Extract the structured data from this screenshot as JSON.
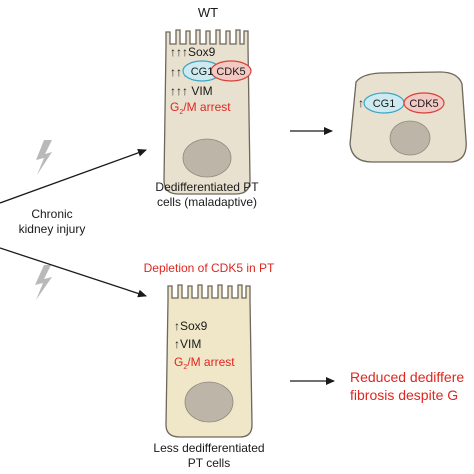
{
  "colors": {
    "cell_fill_top": "#e9e1cf",
    "cell_fill_bottom": "#f0e7c9",
    "cell_stroke": "#6d675c",
    "nucleus_fill": "#bdb6a8",
    "cg1_fill": "#cdeaf1",
    "cg1_stroke": "#3aa7c4",
    "cdk5_fill": "#f3c9c4",
    "cdk5_stroke": "#d5423a",
    "red_text": "#e0261f",
    "lightning": "#b9b9b9",
    "arrow": "#1a1a1a"
  },
  "top_cell": {
    "label": "WT",
    "sox9": "↑↑↑Sox9",
    "cg1_arrows": "↑↑↑",
    "cg1": "CG1",
    "cdk5": "CDK5",
    "vim": "↑↑↑ VIM",
    "arrest_g": "G",
    "arrest_sub": "2",
    "arrest_rest": "/M arrest",
    "caption_line1": "Dedifferentiated PT",
    "caption_line2": "cells (maladaptive)"
  },
  "right_cell": {
    "arrow_text": "↑",
    "cg1": "CG1",
    "cdk5": "CDK5"
  },
  "injury": {
    "line1": "Chronic",
    "line2": "kidney injury"
  },
  "bottom_cell": {
    "title": "Depletion of CDK5 in PT",
    "sox9": "↑Sox9",
    "vim": "↑VIM",
    "arrest_g": "G",
    "arrest_sub": "2",
    "arrest_rest": "/M arrest",
    "caption_line1": "Less dedifferentiated",
    "caption_line2": "PT cells"
  },
  "outcome": {
    "line1": "Reduced dediffere",
    "line2": "fibrosis despite G"
  }
}
